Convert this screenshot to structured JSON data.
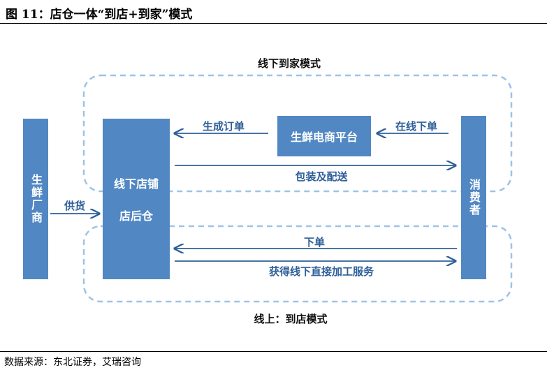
{
  "figure": {
    "title": "图 11：店仓一体“到店+到家”模式",
    "source": "数据来源：东北证券，艾瑞咨询"
  },
  "regions": {
    "top": "线下到家模式",
    "bottom": "线上：到店模式"
  },
  "nodes": {
    "manufacturer": "生鲜厂商",
    "store": [
      "线下店铺",
      "店后仓"
    ],
    "platform": "生鲜电商平台",
    "consumer": "消费者"
  },
  "flows": {
    "supply": "供货",
    "generate_order": "生成订单",
    "online_order": "在线下单",
    "pack_deliver": "包装及配送",
    "place_order": "下单",
    "offline_service": "获得线下直接加工服务"
  },
  "colors": {
    "block": "#5187c3",
    "arrow": "#2f5f99",
    "dashed_border": "#9dc3e6",
    "label": "#2f5f99"
  }
}
